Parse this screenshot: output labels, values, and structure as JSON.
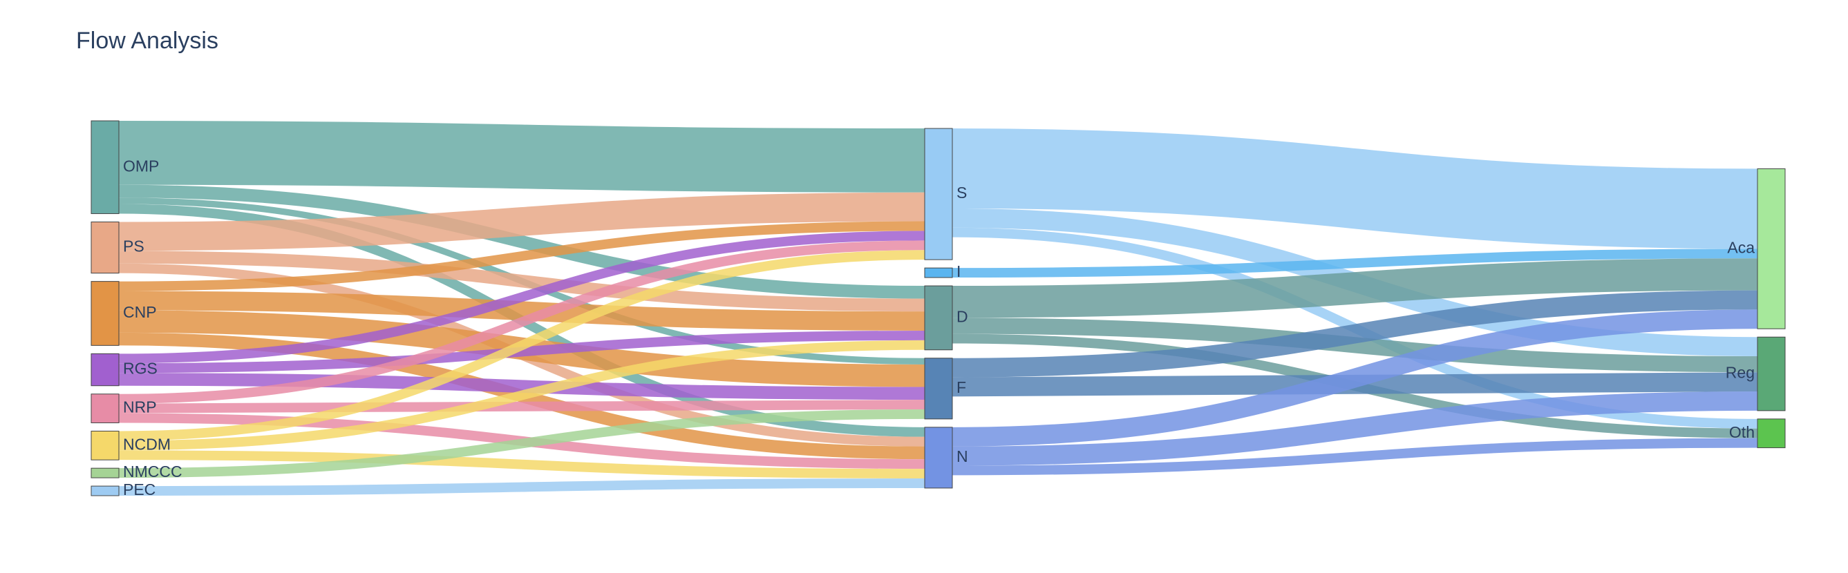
{
  "chart_data": {
    "type": "sankey",
    "title": "Flow Analysis",
    "nodes": [
      {
        "id": "OMP",
        "label": "OMP",
        "color": "#6aaba6",
        "column": 0
      },
      {
        "id": "PS",
        "label": "PS",
        "color": "#e8a887",
        "column": 0
      },
      {
        "id": "CNP",
        "label": "CNP",
        "color": "#e29446",
        "column": 0
      },
      {
        "id": "RGS",
        "label": "RGS",
        "color": "#a160cf",
        "column": 0
      },
      {
        "id": "NRP",
        "label": "NRP",
        "color": "#e78ca6",
        "column": 0
      },
      {
        "id": "NCDM",
        "label": "NCDM",
        "color": "#f5d86a",
        "column": 0
      },
      {
        "id": "NMCCC",
        "label": "NMCCC",
        "color": "#a5d395",
        "column": 0
      },
      {
        "id": "PEC",
        "label": "PEC",
        "color": "#9ecbf2",
        "column": 0
      },
      {
        "id": "S",
        "label": "S",
        "color": "#98cbf4",
        "column": 1
      },
      {
        "id": "I",
        "label": "I",
        "color": "#5ab5f0",
        "column": 1
      },
      {
        "id": "D",
        "label": "D",
        "color": "#6b9e9c",
        "column": 1
      },
      {
        "id": "F",
        "label": "F",
        "color": "#5784b5",
        "column": 1
      },
      {
        "id": "N",
        "label": "N",
        "color": "#7393e3",
        "column": 1
      },
      {
        "id": "Aca",
        "label": "Aca",
        "color": "#a6e89b",
        "column": 2
      },
      {
        "id": "Reg",
        "label": "Reg",
        "color": "#5aa876",
        "column": 2
      },
      {
        "id": "Oth",
        "label": "Oth",
        "color": "#5cc44f",
        "column": 2
      }
    ],
    "links": [
      {
        "source": "OMP",
        "target": "S",
        "value": 20
      },
      {
        "source": "OMP",
        "target": "D",
        "value": 4
      },
      {
        "source": "OMP",
        "target": "F",
        "value": 2
      },
      {
        "source": "OMP",
        "target": "N",
        "value": 3
      },
      {
        "source": "PS",
        "target": "S",
        "value": 9
      },
      {
        "source": "PS",
        "target": "D",
        "value": 4
      },
      {
        "source": "PS",
        "target": "N",
        "value": 3
      },
      {
        "source": "CNP",
        "target": "S",
        "value": 3
      },
      {
        "source": "CNP",
        "target": "D",
        "value": 6
      },
      {
        "source": "CNP",
        "target": "F",
        "value": 7
      },
      {
        "source": "CNP",
        "target": "N",
        "value": 4
      },
      {
        "source": "RGS",
        "target": "S",
        "value": 3
      },
      {
        "source": "RGS",
        "target": "D",
        "value": 3
      },
      {
        "source": "RGS",
        "target": "F",
        "value": 4
      },
      {
        "source": "NRP",
        "target": "S",
        "value": 3
      },
      {
        "source": "NRP",
        "target": "F",
        "value": 3
      },
      {
        "source": "NRP",
        "target": "N",
        "value": 3
      },
      {
        "source": "NCDM",
        "target": "S",
        "value": 3
      },
      {
        "source": "NCDM",
        "target": "D",
        "value": 3
      },
      {
        "source": "NCDM",
        "target": "N",
        "value": 3
      },
      {
        "source": "NMCCC",
        "target": "F",
        "value": 3
      },
      {
        "source": "PEC",
        "target": "N",
        "value": 3
      },
      {
        "source": "S",
        "target": "Aca",
        "value": 25
      },
      {
        "source": "S",
        "target": "Reg",
        "value": 6
      },
      {
        "source": "S",
        "target": "Oth",
        "value": 3
      },
      {
        "source": "I",
        "target": "Aca",
        "value": 3
      },
      {
        "source": "D",
        "target": "Aca",
        "value": 10
      },
      {
        "source": "D",
        "target": "Reg",
        "value": 5
      },
      {
        "source": "D",
        "target": "Oth",
        "value": 3
      },
      {
        "source": "F",
        "target": "Aca",
        "value": 6
      },
      {
        "source": "F",
        "target": "Reg",
        "value": 6
      },
      {
        "source": "N",
        "target": "Aca",
        "value": 6
      },
      {
        "source": "N",
        "target": "Reg",
        "value": 6
      },
      {
        "source": "N",
        "target": "Oth",
        "value": 3
      }
    ]
  }
}
